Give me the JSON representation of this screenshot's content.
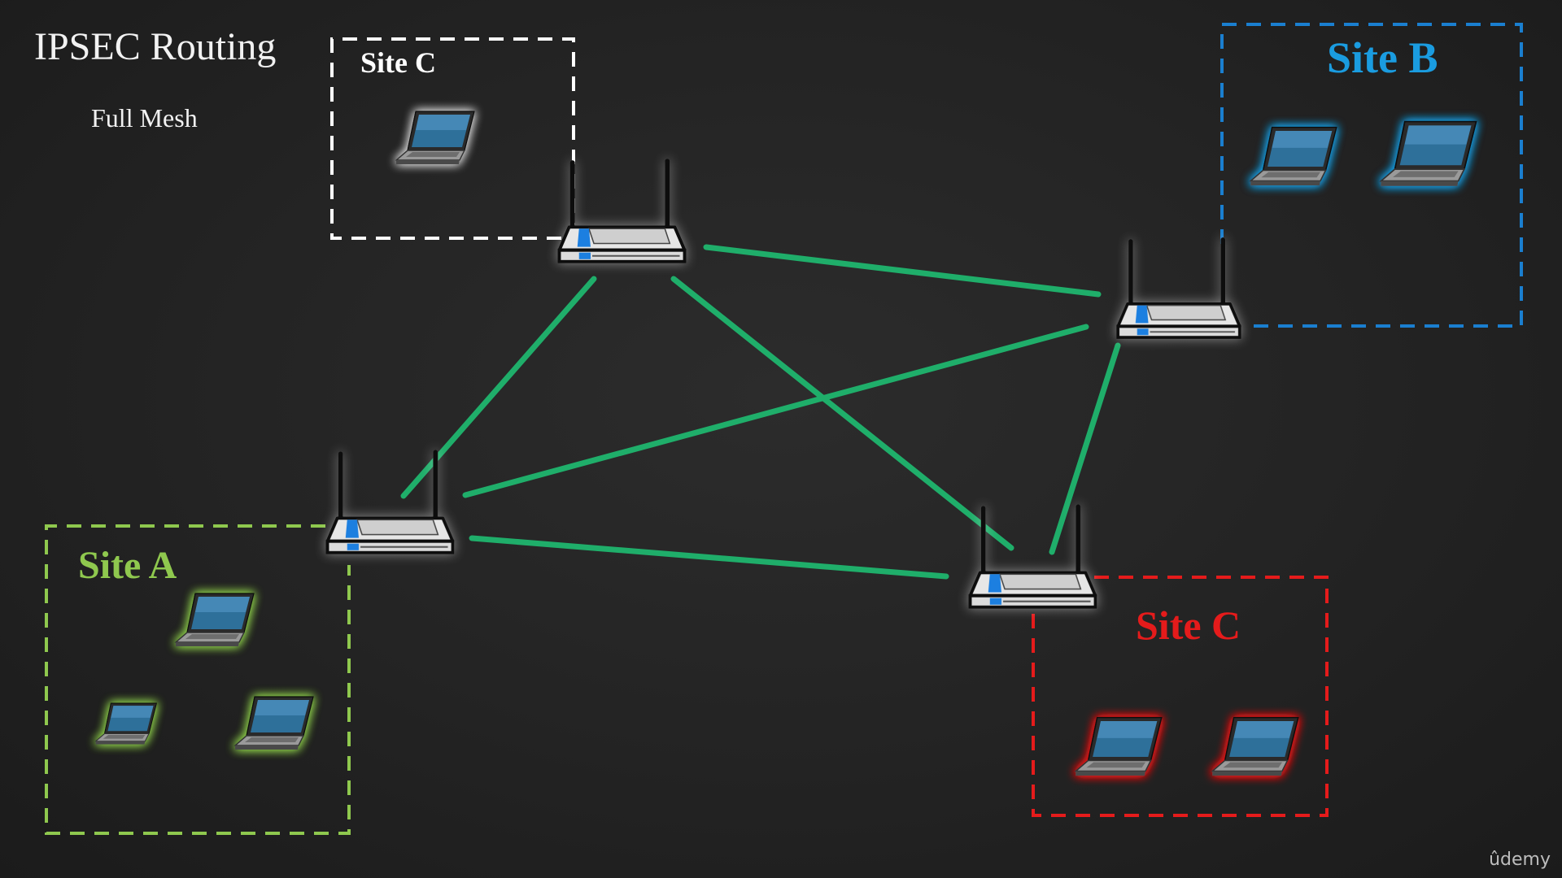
{
  "header": {
    "title": "IPSEC Routing",
    "subtitle": "Full Mesh"
  },
  "sites": {
    "top_left": {
      "label": "Site C",
      "color": "#ffffff",
      "laptops": 1
    },
    "site_b": {
      "label": "Site B",
      "color": "#1a9ce0",
      "laptops": 2
    },
    "site_a": {
      "label": "Site A",
      "color": "#8fc84e",
      "laptops": 3
    },
    "site_c": {
      "label": "Site C",
      "color": "#e51b1b",
      "laptops": 2
    }
  },
  "colors": {
    "link": "#1fae6a",
    "router_body": "#d9d9d9",
    "router_accent": "#1a7fe0"
  },
  "icons": [
    "router-icon",
    "laptop-icon"
  ],
  "watermark": "ûdemy"
}
